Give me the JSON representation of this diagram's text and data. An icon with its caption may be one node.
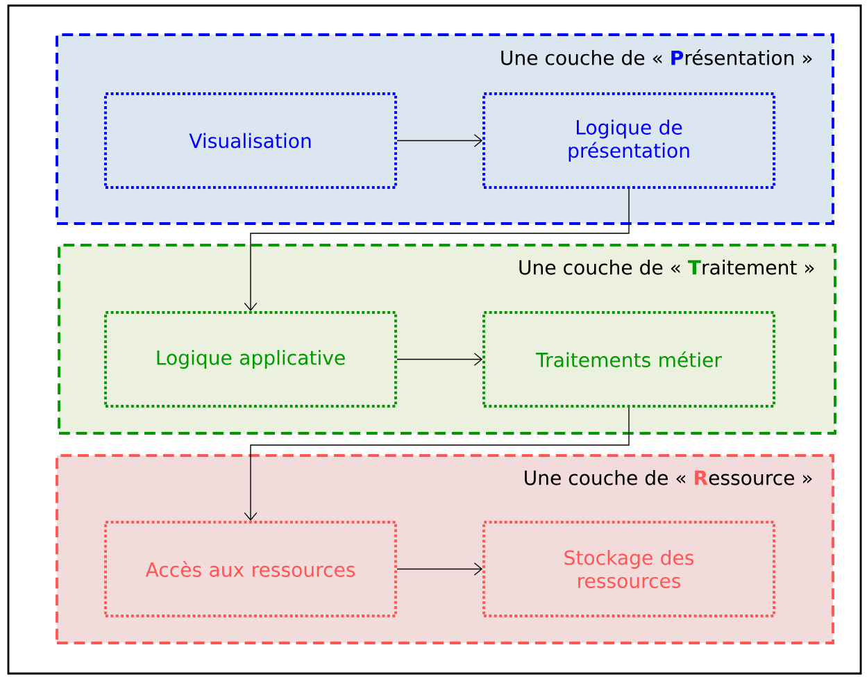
{
  "diagram": {
    "nodes": [
      {
        "text": [
          "Une couche de « **P**résentation »"
        ]
      },
      {
        "text": [
          "Visualisation"
        ],
        "in": 0
      },
      {
        "text": [
          "Logique de présentation"
        ],
        "in": 0
      },
      {
        "text": [
          "Une couche de « **T**raitement »"
        ]
      },
      {
        "text": [
          "Logique applicative"
        ],
        "in": 3
      },
      {
        "text": [
          "Traitements métier"
        ],
        "in": 3
      },
      {
        "text": [
          "Une couche de « **R**essource »"
        ]
      },
      {
        "text": [
          "Accès aux ressources"
        ],
        "in": 6
      },
      {
        "text": [
          "Stockage des ressources"
        ],
        "in": 6
      }
    ],
    "edges": [
      {
        "from": 1,
        "to": 2,
        "arrow": "to"
      },
      {
        "from": 2,
        "to": 4,
        "arrow": "to"
      },
      {
        "from": 4,
        "to": 5,
        "arrow": "to"
      },
      {
        "from": 5,
        "to": 7,
        "arrow": "to"
      },
      {
        "from": 7,
        "to": 8,
        "arrow": "to"
      }
    ]
  }
}
